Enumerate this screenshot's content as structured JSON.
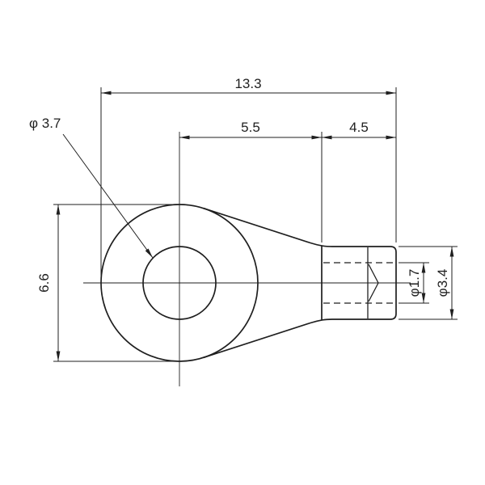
{
  "drawing": {
    "labels": {
      "overall_length": "13.3",
      "ring_center_to_barrel": "5.5",
      "barrel_length": "4.5",
      "hole_diameter": "φ 3.7",
      "ring_height": "6.6",
      "barrel_inner_diameter": "φ1.7",
      "barrel_outer_diameter": "φ3.4"
    },
    "colors": {
      "line": "#1f1f1f",
      "background": "#ffffff"
    }
  }
}
